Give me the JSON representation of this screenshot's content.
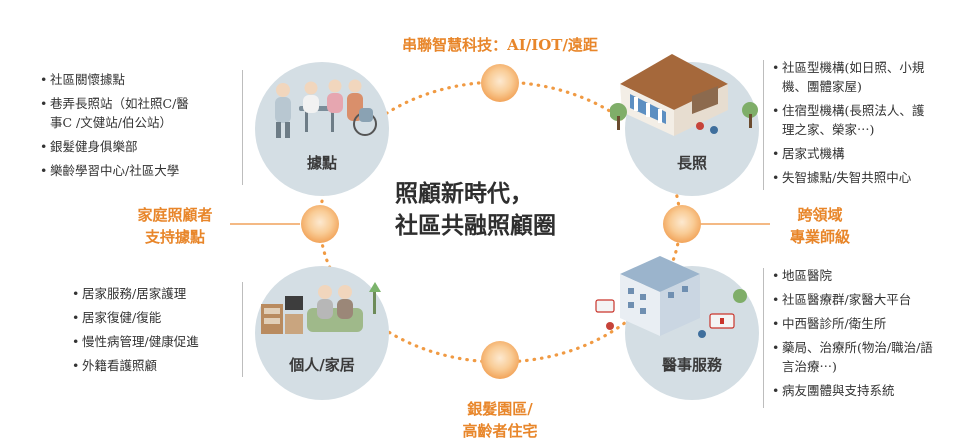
{
  "center": {
    "title_line1": "照顧新時代，",
    "title_line2": "社區共融照顧圈"
  },
  "connectors": {
    "top": "串聯智慧科技：AI/IOT/遠距",
    "left_line1": "家庭照顧者",
    "left_line2": "支持據點",
    "right_line1": "跨領域",
    "right_line2": "專業師級",
    "bottom_line1": "銀髮園區/",
    "bottom_line2": "高齡者住宅"
  },
  "hubs": {
    "top_left": "據點",
    "top_right": "長照",
    "bottom_left": "個人/家居",
    "bottom_right": "醫事服務"
  },
  "lists": {
    "top_left": [
      {
        "line1": "社區關懷據點",
        "line2": ""
      },
      {
        "line1": "巷弄長照站（如社照C/醫",
        "line2": "事C /文健站/伯公站）"
      },
      {
        "line1": "銀髮健身俱樂部",
        "line2": ""
      },
      {
        "line1": "樂齡學習中心/社區大學",
        "line2": ""
      }
    ],
    "top_right": [
      {
        "line1": "社區型機構(如日照、小規",
        "line2": "機、團體家屋)"
      },
      {
        "line1": "住宿型機構(長照法人、護",
        "line2": "理之家、榮家⋯)"
      },
      {
        "line1": "居家式機構",
        "line2": ""
      },
      {
        "line1": "失智據點/失智共照中心",
        "line2": ""
      }
    ],
    "bottom_left": [
      {
        "line1": "居家服務/居家護理",
        "line2": ""
      },
      {
        "line1": "居家復健/復能",
        "line2": ""
      },
      {
        "line1": "慢性病管理/健康促進",
        "line2": ""
      },
      {
        "line1": "外籍看護照顧",
        "line2": ""
      }
    ],
    "bottom_right": [
      {
        "line1": "地區醫院",
        "line2": ""
      },
      {
        "line1": "社區醫療群/家醫大平台",
        "line2": ""
      },
      {
        "line1": "中西醫診所/衛生所",
        "line2": ""
      },
      {
        "line1": "藥局、治療所(物治/職治/語",
        "line2": "言治療⋯)"
      },
      {
        "line1": "病友團體與支持系統",
        "line2": ""
      }
    ]
  },
  "colors": {
    "accent": "#e8862a",
    "hub": "#d4dee4",
    "node_light": "#fbe3c6",
    "node_dark": "#f4a85a"
  }
}
